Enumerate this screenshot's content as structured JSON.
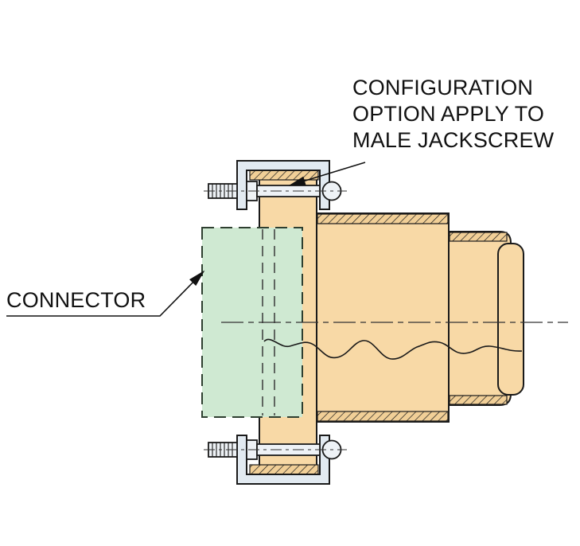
{
  "annotations": {
    "configuration_note": {
      "lines": [
        "CONFIGURATION",
        "OPTION APPLY TO",
        "MALE JACKSCREW"
      ]
    },
    "connector_label": "CONNECTOR"
  },
  "colors": {
    "body_fill": "#f8d9a6",
    "hatch_fill": "#f1cf97",
    "connector_fill": "#cfe9d2",
    "bracket_fill": "#e2eaf1",
    "hardware_fill": "#eef2f6",
    "line": "#1a1a1a"
  }
}
